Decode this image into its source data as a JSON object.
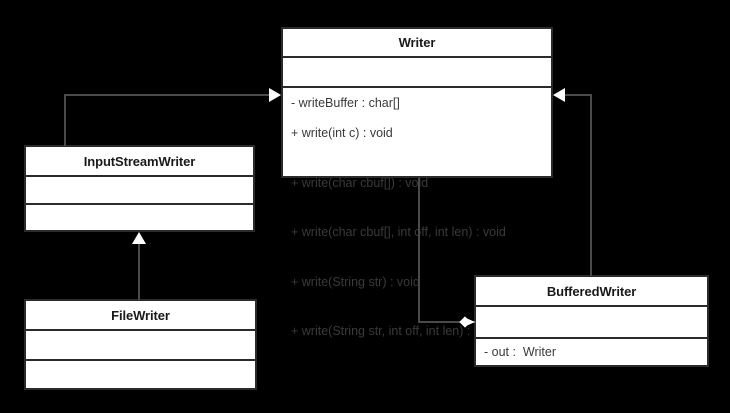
{
  "diagram": {
    "type": "uml-class-diagram",
    "background_color": "#000000",
    "box_fill_color": "#ffffff",
    "border_color": "#2b2b2b",
    "line_color": "#4a4a4a",
    "classes": [
      {
        "id": "writer",
        "name": "Writer",
        "attributes": [
          "- writeBuffer : char[]"
        ],
        "methods": [
          "+ write(int c) : void",
          "+ write(char cbuf[]) : void",
          "+ write(char cbuf[], int off, int len) : void",
          "+ write(String str) : void",
          "+ write(String str, int off, int len) : void"
        ]
      },
      {
        "id": "inputstreamwriter",
        "name": "InputStreamWriter",
        "attributes": [],
        "methods": []
      },
      {
        "id": "filewriter",
        "name": "FileWriter",
        "attributes": [],
        "methods": []
      },
      {
        "id": "bufferedwriter",
        "name": "BufferedWriter",
        "attributes": [
          "- out :  Writer"
        ],
        "methods": []
      }
    ],
    "relationships": [
      {
        "id": "isw-extends-writer",
        "kind": "generalization",
        "from": "InputStreamWriter",
        "to": "Writer"
      },
      {
        "id": "fw-extends-isw",
        "kind": "generalization",
        "from": "FileWriter",
        "to": "InputStreamWriter"
      },
      {
        "id": "bw-extends-writer",
        "kind": "generalization",
        "from": "BufferedWriter",
        "to": "Writer"
      },
      {
        "id": "bw-has-writer",
        "kind": "association",
        "from": "Writer",
        "to": "BufferedWriter"
      }
    ]
  }
}
